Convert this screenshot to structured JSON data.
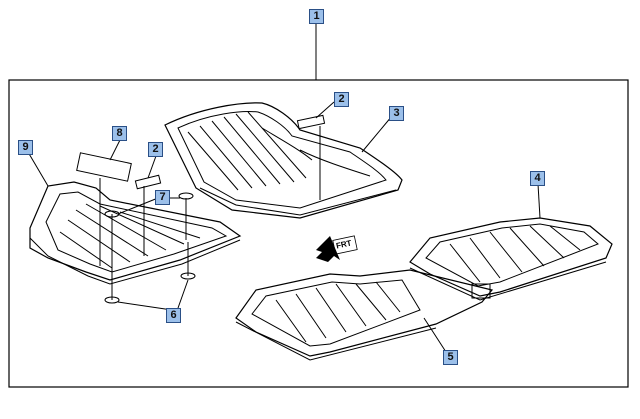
{
  "callouts": {
    "c1": "1",
    "c2a": "2",
    "c2b": "2",
    "c3": "3",
    "c4": "4",
    "c5": "5",
    "c6": "6",
    "c7": "7",
    "c8": "8",
    "c9": "9"
  },
  "direction_label": "FRT",
  "colors": {
    "callout_fill": "#9cc0ea",
    "callout_border": "#2a4f86",
    "line": "#000000"
  }
}
